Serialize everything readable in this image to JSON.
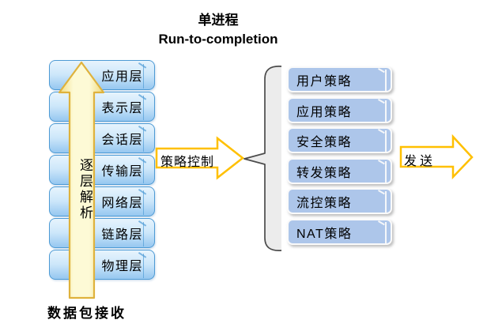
{
  "title": {
    "line1": "单进程",
    "line2": "Run-to-completion"
  },
  "osi_stack": {
    "layers": [
      "应用层",
      "表示层",
      "会话层",
      "传输层",
      "网络层",
      "链路层",
      "物理层"
    ],
    "parse_arrow_label": "逐层解析",
    "receive_label": "数据包接收"
  },
  "policy_flow": {
    "control_arrow_label": "策略控制",
    "policies": [
      "用户策略",
      "应用策略",
      "安全策略",
      "转发策略",
      "流控策略",
      "NAT策略"
    ],
    "send_arrow_label": "发送"
  },
  "colors": {
    "layer_box_border": "#4e9bd5",
    "layer_box_fill_top": "#e7f4fd",
    "layer_box_fill_bottom": "#96c7f0",
    "policy_box_fill": "#adc6ea",
    "policy_box_border": "#fafafa",
    "flow_arrow_outline": "#ffc000",
    "flow_arrow_fill": "#ffffff",
    "parse_arrow_fill": "#fdfad6",
    "parse_arrow_border": "#dfb23c",
    "brace_fill": "#ececec",
    "brace_stroke": "#4c4c4c",
    "text": "#000000"
  }
}
